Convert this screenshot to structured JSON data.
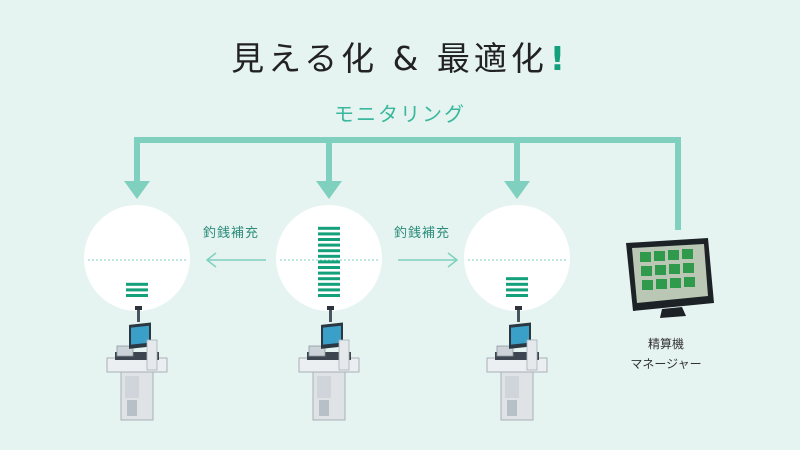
{
  "title": {
    "text": "見える化 & 最適化",
    "exclamation": "!"
  },
  "monitoring_label": "モニタリング",
  "supply_labels": [
    "釣銭補充",
    "釣銭補充"
  ],
  "manager": {
    "line1": "精算機",
    "line2": "マネージャー"
  },
  "machines": [
    {
      "cash_level_bars": 3
    },
    {
      "cash_level_bars": 13
    },
    {
      "cash_level_bars": 4
    }
  ],
  "colors": {
    "accent": "#7fd0bf",
    "bar": "#13a07a",
    "background": "#e6f4f1",
    "title_mark": "#13a07a"
  },
  "icons": [
    "arrow-down-icon",
    "arrow-left-icon",
    "arrow-right-icon",
    "kiosk-icon",
    "monitor-icon"
  ]
}
